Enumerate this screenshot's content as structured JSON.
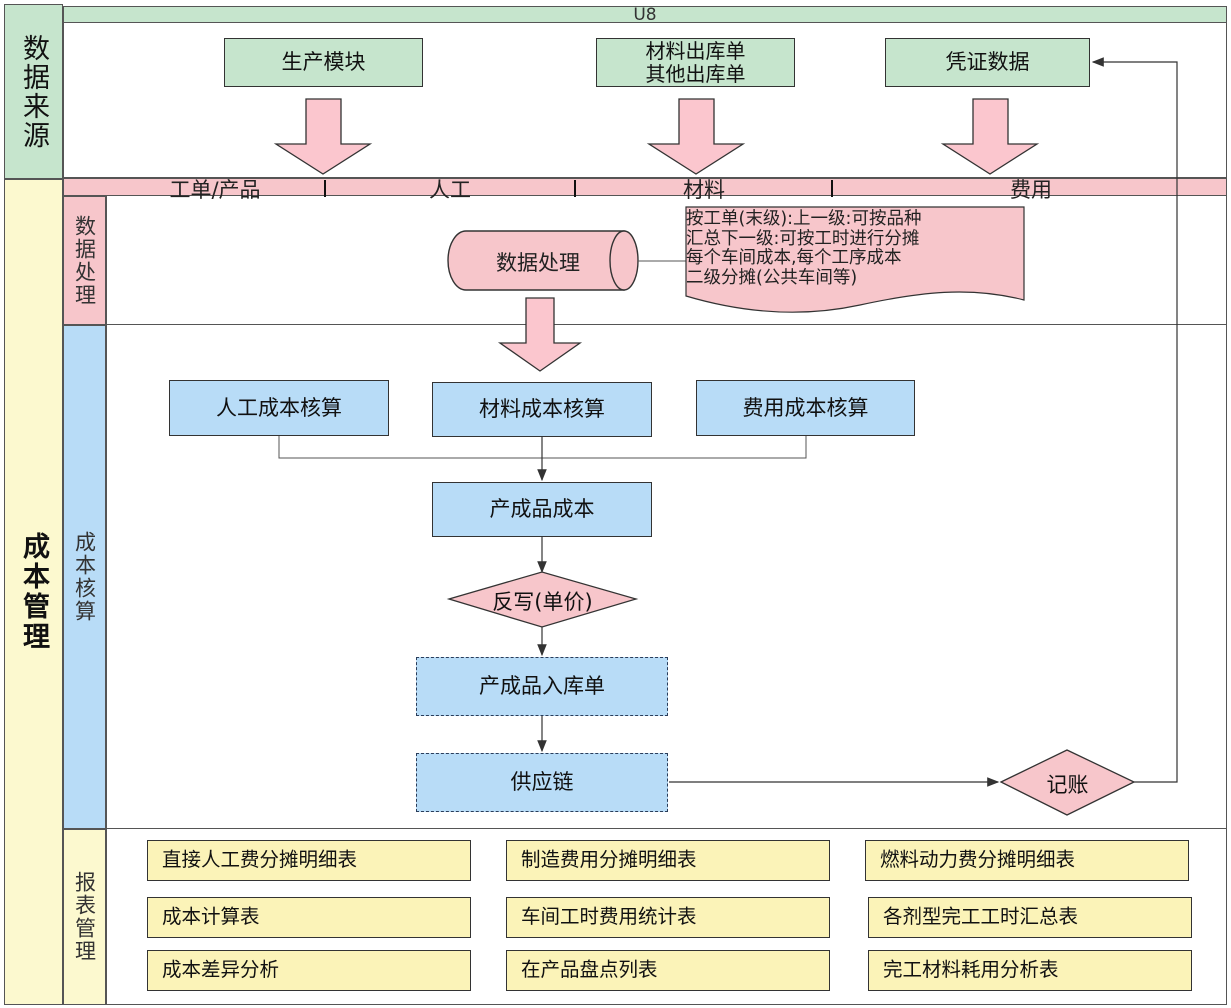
{
  "header": {
    "title": "U8"
  },
  "lanes": {
    "source": "数据来源",
    "cost_mgmt": "成本管理",
    "data_proc": "数据处理",
    "cost_acct": "成本核算",
    "report_mgmt": "报表管理"
  },
  "sources": {
    "production": "生产模块",
    "material_line1": "材料出库单",
    "material_line2": "其他出库单",
    "voucher": "凭证数据"
  },
  "categories": [
    "工单/产品",
    "人工",
    "材料",
    "费用"
  ],
  "processing": {
    "label": "数据处理",
    "note_lines": [
      "按工单(末级):上一级:可按品种",
      "汇总下一级:可按工时进行分摊",
      "每个车间成本,每个工序成本",
      "二级分摊(公共车间等)"
    ]
  },
  "accounting": {
    "labor": "人工成本核算",
    "material": "材料成本核算",
    "expense": "费用成本核算",
    "product_cost": "产成品成本",
    "writeback": "反写(单价)",
    "stock_in": "产成品入库单",
    "supply_chain": "供应链",
    "posting": "记账"
  },
  "reports": [
    "直接人工费分摊明细表",
    "制造费用分摊明细表",
    "燃料动力费分摊明细表",
    "成本计算表",
    "车间工时费用统计表",
    "各剂型完工工时汇总表",
    "成本差异分析",
    "在产品盘点列表",
    "完工材料耗用分析表"
  ],
  "colors": {
    "green": "#c6e5cd",
    "pink": "#f7c6cb",
    "blue": "#b8dcf7",
    "yellow": "#fbf3b8",
    "lane_yellow": "#fcf9cf",
    "arrow_pink": "#fbc6ce"
  }
}
